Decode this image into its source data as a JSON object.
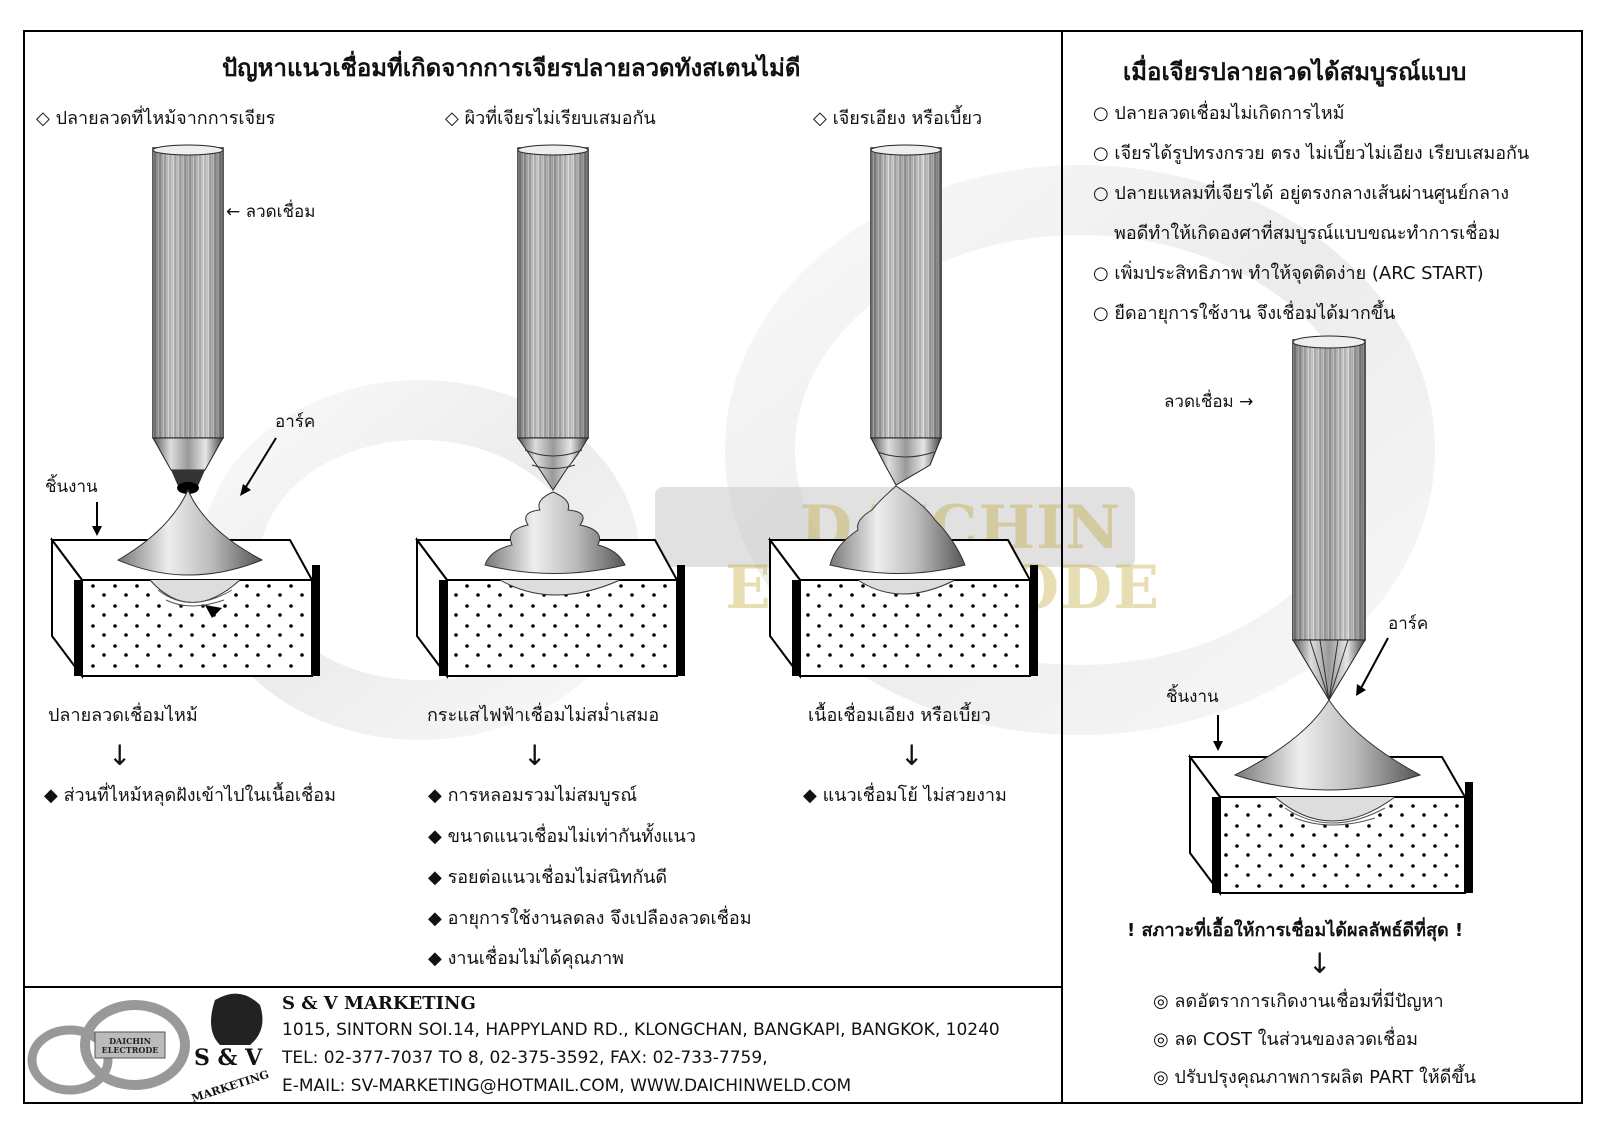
{
  "watermark": {
    "line1": "DAICHIN",
    "line2": "ELECTRODE"
  },
  "left": {
    "title": "ปัญหาแนวเชื่อมที่เกิดจากการเจียรปลายลวดทังสเตนไม่ดี",
    "col1": {
      "heading": "◇ ปลายลวดที่ไหม้จากการเจียร",
      "label_rod": "← ลวดเชื่อม",
      "label_arc": "อาร์ค",
      "label_work": "ชิ้นงาน",
      "result": "ปลายลวดเชื่อมไหม้",
      "arrow": "↓",
      "bullets": [
        "◆ ส่วนที่ไหม้หลุดฝังเข้าไปในเนื้อเชื่อม"
      ]
    },
    "col2": {
      "heading": "◇ ผิวที่เจียรไม่เรียบเสมอกัน",
      "result": "กระแสไฟฟ้าเชื่อมไม่สม่ำเสมอ",
      "arrow": "↓",
      "bullets": [
        "◆ การหลอมรวมไม่สมบูรณ์",
        "◆ ขนาดแนวเชื่อมไม่เท่ากันทั้งแนว",
        "◆ รอยต่อแนวเชื่อมไม่สนิทกันดี",
        "◆ อายุการใช้งานลดลง จึงเปลืองลวดเชื่อม",
        "◆ งานเชื่อมไม่ได้คุณภาพ"
      ]
    },
    "col3": {
      "heading": "◇ เจียรเอียง หรือเบี้ยว",
      "result": "เนื้อเชื่อมเอียง หรือเบี้ยว",
      "arrow": "↓",
      "bullets": [
        "◆ แนวเชื่อมโย้ ไม่สวยงาม"
      ]
    }
  },
  "right": {
    "title": "เมื่อเจียรปลายลวดได้สมบูรณ์แบบ",
    "items": [
      "○ ปลายลวดเชื่อมไม่เกิดการไหม้",
      "○ เจียรได้รูปทรงกรวย ตรง ไม่เบี้ยวไม่เอียง เรียบเสมอกัน",
      "○ ปลายแหลมที่เจียรได้ อยู่ตรงกลางเส้นผ่านศูนย์กลาง",
      "พอดีทำให้เกิดองศาที่สมบูรณ์แบบขณะทำการเชื่อม",
      "○ เพิ่มประสิทธิภาพ ทำให้จุดติดง่าย (ARC START)",
      "○ ยืดอายุการใช้งาน จึงเชื่อมได้มากขึ้น"
    ],
    "label_rod": "ลวดเชื่อม →",
    "label_arc": "อาร์ค",
    "label_work": "ชิ้นงาน",
    "conclusion": "! สภาวะที่เอื้อให้การเชื่อมได้ผลลัพธ์ดีที่สุด !",
    "arrow": "↓",
    "benefits": [
      "◎ ลดอัตราการเกิดงานเชื่อมที่มีปัญหา",
      "◎ ลด COST ในส่วนของลวดเชื่อม",
      "◎ ปรับปรุงคุณภาพการผลิต PART ให้ดีขึ้น"
    ]
  },
  "footer": {
    "company": "S & V  MARKETING",
    "address": "1015, SINTORN SOI.14, HAPPYLAND RD., KLONGCHAN, BANGKAPI, BANGKOK, 10240",
    "phone": "TEL: 02-377-7037 TO 8, 02-375-3592, FAX: 02-733-7759,",
    "email": "E-MAIL: SV-MARKETING@HOTMAIL.COM, WWW.DAICHINWELD.COM",
    "logo1_line1": "DAICHIN",
    "logo1_line2": "ELECTRODE",
    "logo2_main": "S & V",
    "logo2_sub": "MARKETING"
  }
}
